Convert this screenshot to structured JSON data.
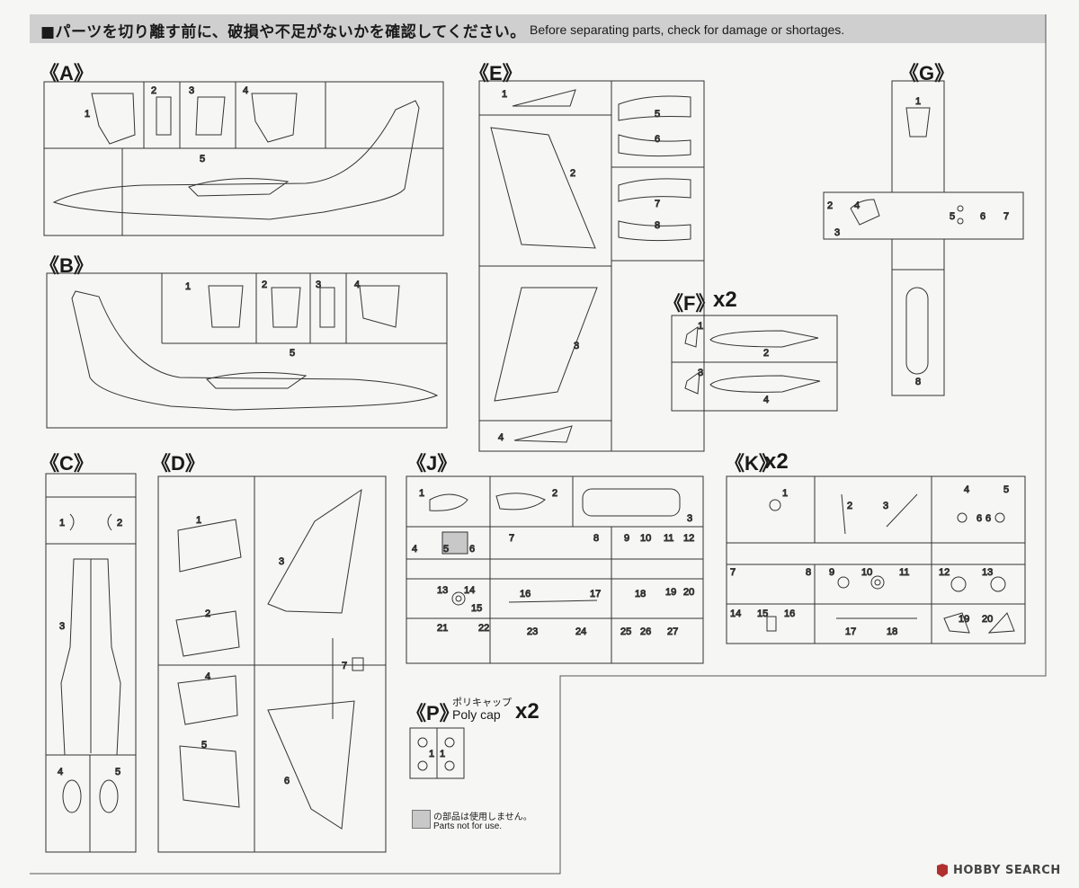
{
  "header": {
    "title_jp": "■パーツを切り離す前に、破損や不足がないかを確認してください。",
    "title_en": "Before separating parts, check for damage or shortages."
  },
  "sprues": {
    "A": {
      "label": "《A》",
      "parts": [
        "1",
        "2",
        "3",
        "4",
        "5"
      ]
    },
    "B": {
      "label": "《B》",
      "parts": [
        "1",
        "2",
        "3",
        "4",
        "5"
      ]
    },
    "C": {
      "label": "《C》",
      "parts": [
        "1",
        "2",
        "3",
        "4",
        "5"
      ]
    },
    "D": {
      "label": "《D》",
      "parts": [
        "1",
        "2",
        "3",
        "4",
        "5",
        "6",
        "7"
      ]
    },
    "E": {
      "label": "《E》",
      "parts": [
        "1",
        "2",
        "3",
        "4",
        "5",
        "6",
        "7",
        "8"
      ]
    },
    "F": {
      "label": "《F》",
      "qty": "x2",
      "parts": [
        "1",
        "2",
        "3",
        "4"
      ]
    },
    "G": {
      "label": "《G》",
      "parts": [
        "1",
        "2",
        "3",
        "4",
        "5",
        "6",
        "7",
        "8"
      ]
    },
    "J": {
      "label": "《J》",
      "parts": [
        "1",
        "2",
        "3",
        "4",
        "5",
        "6",
        "7",
        "8",
        "9",
        "10",
        "11",
        "12",
        "13",
        "14",
        "15",
        "16",
        "17",
        "18",
        "19",
        "20",
        "21",
        "22",
        "23",
        "24",
        "25",
        "26",
        "27"
      ]
    },
    "K": {
      "label": "《K》",
      "qty": "x2",
      "parts": [
        "1",
        "2",
        "3",
        "4",
        "5",
        "6",
        "6",
        "7",
        "8",
        "9",
        "10",
        "11",
        "12",
        "13",
        "14",
        "15",
        "16",
        "17",
        "18",
        "19",
        "20"
      ]
    },
    "P": {
      "label": "《P》",
      "qty": "x2",
      "name_jp": "ポリキャップ",
      "name_en": "Poly cap",
      "parts": [
        "1",
        "1"
      ]
    }
  },
  "legend": {
    "jp": "の部品は使用しません。",
    "en": "Parts not for use."
  },
  "watermark": "HOBBY SEARCH",
  "colors": {
    "header_bg": "#cfcfcf",
    "unused_fill": "#c8c8c8",
    "line": "#333333"
  }
}
